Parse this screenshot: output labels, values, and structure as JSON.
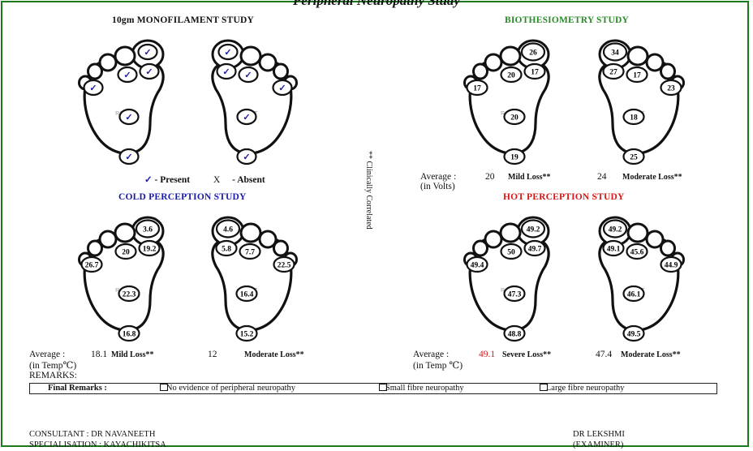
{
  "report_title": "Peripheral Neuropathy Study",
  "studies": {
    "mono": {
      "title": "10gm MONOFILAMENT STUDY",
      "color": "#111111"
    },
    "bio": {
      "title": "BIOTHESIOMETRY STUDY",
      "color": "#2a8a2a"
    },
    "cold": {
      "title": "COLD PERCEPTION STUDY",
      "color": "#1a1aa8"
    },
    "hot": {
      "title": "HOT PERCEPTION STUDY",
      "color": "#d81818"
    }
  },
  "foot_labels": {
    "right": "RIGHT",
    "left": "LEFT"
  },
  "mono_legend": {
    "present_symbol": "✓",
    "present": "- Present",
    "absent_symbol": "X",
    "absent": "- Absent"
  },
  "check_symbol": "✓",
  "bio_values": {
    "right": {
      "big_toe": "26",
      "toe2": "17",
      "meta_mid": "20",
      "meta_outer": "17",
      "mid": "20",
      "heel": "19"
    },
    "left": {
      "big_toe": "34",
      "toe2": "27",
      "meta_mid": "17",
      "meta_outer": "23",
      "mid": "18",
      "heel": "25"
    }
  },
  "bio_summary": {
    "avg_label": "Average :",
    "right_value": "20",
    "right_status": "Mild Loss**",
    "left_value": "24",
    "left_status": "Moderate Loss**",
    "unit": "(in Volts)"
  },
  "cold_values": {
    "right": {
      "big_toe": "3.6",
      "meta_mid": "20",
      "toe2": "19.2",
      "meta_outer": "26.7",
      "mid": "22.3",
      "heel": "16.8"
    },
    "left": {
      "big_toe": "4.6",
      "toe2": "5.8",
      "meta_mid": "7.7",
      "meta_outer": "22.5",
      "mid": "16.4",
      "heel": "15.2"
    }
  },
  "cold_summary": {
    "avg_label": "Average :",
    "right_value": "18.1",
    "right_status": "Mild Loss**",
    "left_value": "12",
    "left_status": "Moderate Loss**",
    "unit": "(in Temp℃)"
  },
  "hot_values": {
    "right": {
      "big_toe": "49.2",
      "meta_mid": "50",
      "toe2": "49.7",
      "meta_outer": "49.4",
      "mid": "47.3",
      "heel": "48.8"
    },
    "left": {
      "big_toe": "49.2",
      "toe2": "49.1",
      "meta_mid": "45.6",
      "meta_outer": "44.9",
      "mid": "46.1",
      "heel": "49.5"
    }
  },
  "hot_summary": {
    "avg_label": "Average :",
    "right_value": "49.1",
    "right_value_color": "#d81818",
    "right_status": "Severe Loss**",
    "left_value": "47.4",
    "left_status": "Moderate Loss**",
    "unit": "(in Temp ℃)"
  },
  "clinically_correlated": "** Clinically Correlated",
  "remarks_label": "REMARKS:",
  "final_remarks": {
    "label": "Final Remarks :",
    "options": [
      "No evidence of peripheral neuropathy",
      "Small fibre neuropathy",
      "Large fibre neuropathy"
    ]
  },
  "footer": {
    "consultant_label": "CONSULTANT   :  DR NAVANEETH",
    "specialisation_label": "SPECIALISATION : KAYACHIKITSA",
    "examiner_name": "DR LEKSHMI",
    "examiner_role": "(EXAMINER)"
  }
}
